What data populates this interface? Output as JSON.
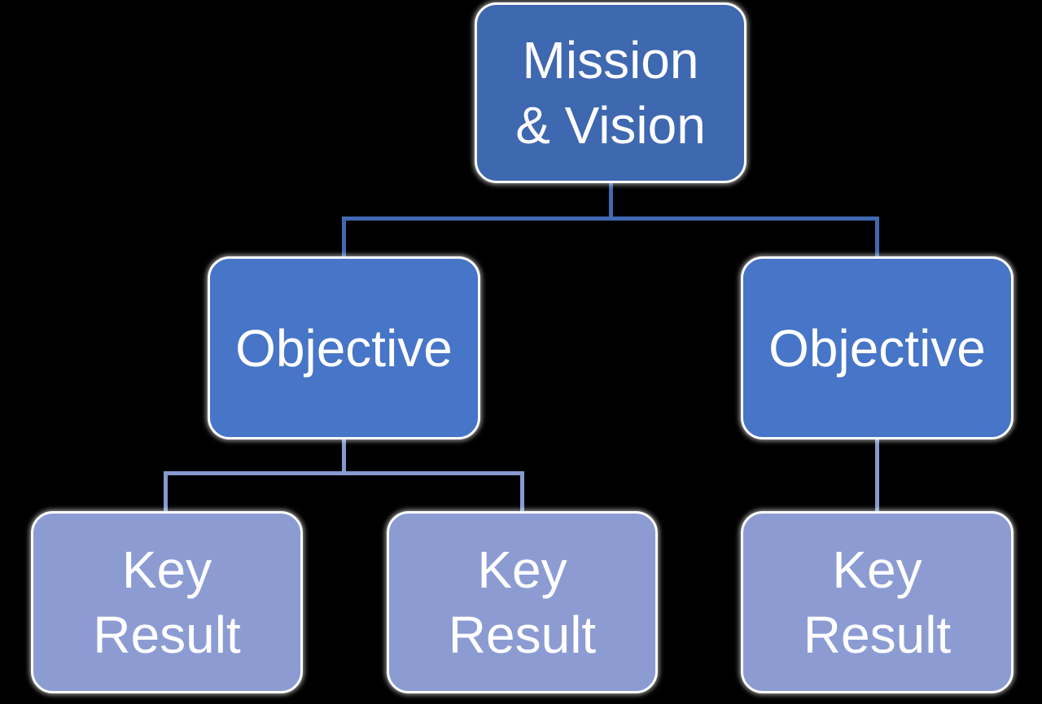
{
  "nodes": {
    "mission": {
      "line1": "Mission",
      "line2": "& Vision"
    },
    "objective_left": {
      "label": "Objective"
    },
    "objective_right": {
      "label": "Objective"
    },
    "key_result_left": {
      "line1": "Key",
      "line2": "Result"
    },
    "key_result_middle": {
      "line1": "Key",
      "line2": "Result"
    },
    "key_result_right": {
      "line1": "Key",
      "line2": "Result"
    }
  },
  "colors": {
    "background": "#000000",
    "level1_fill": "#3E68AF",
    "level2_fill": "#4775C7",
    "level3_fill": "#8C9CD3",
    "level1_connector": "#4169B3",
    "level2_connector": "#8799CF",
    "node_border": "#FCFCFC",
    "text": "#FFFFFF"
  }
}
